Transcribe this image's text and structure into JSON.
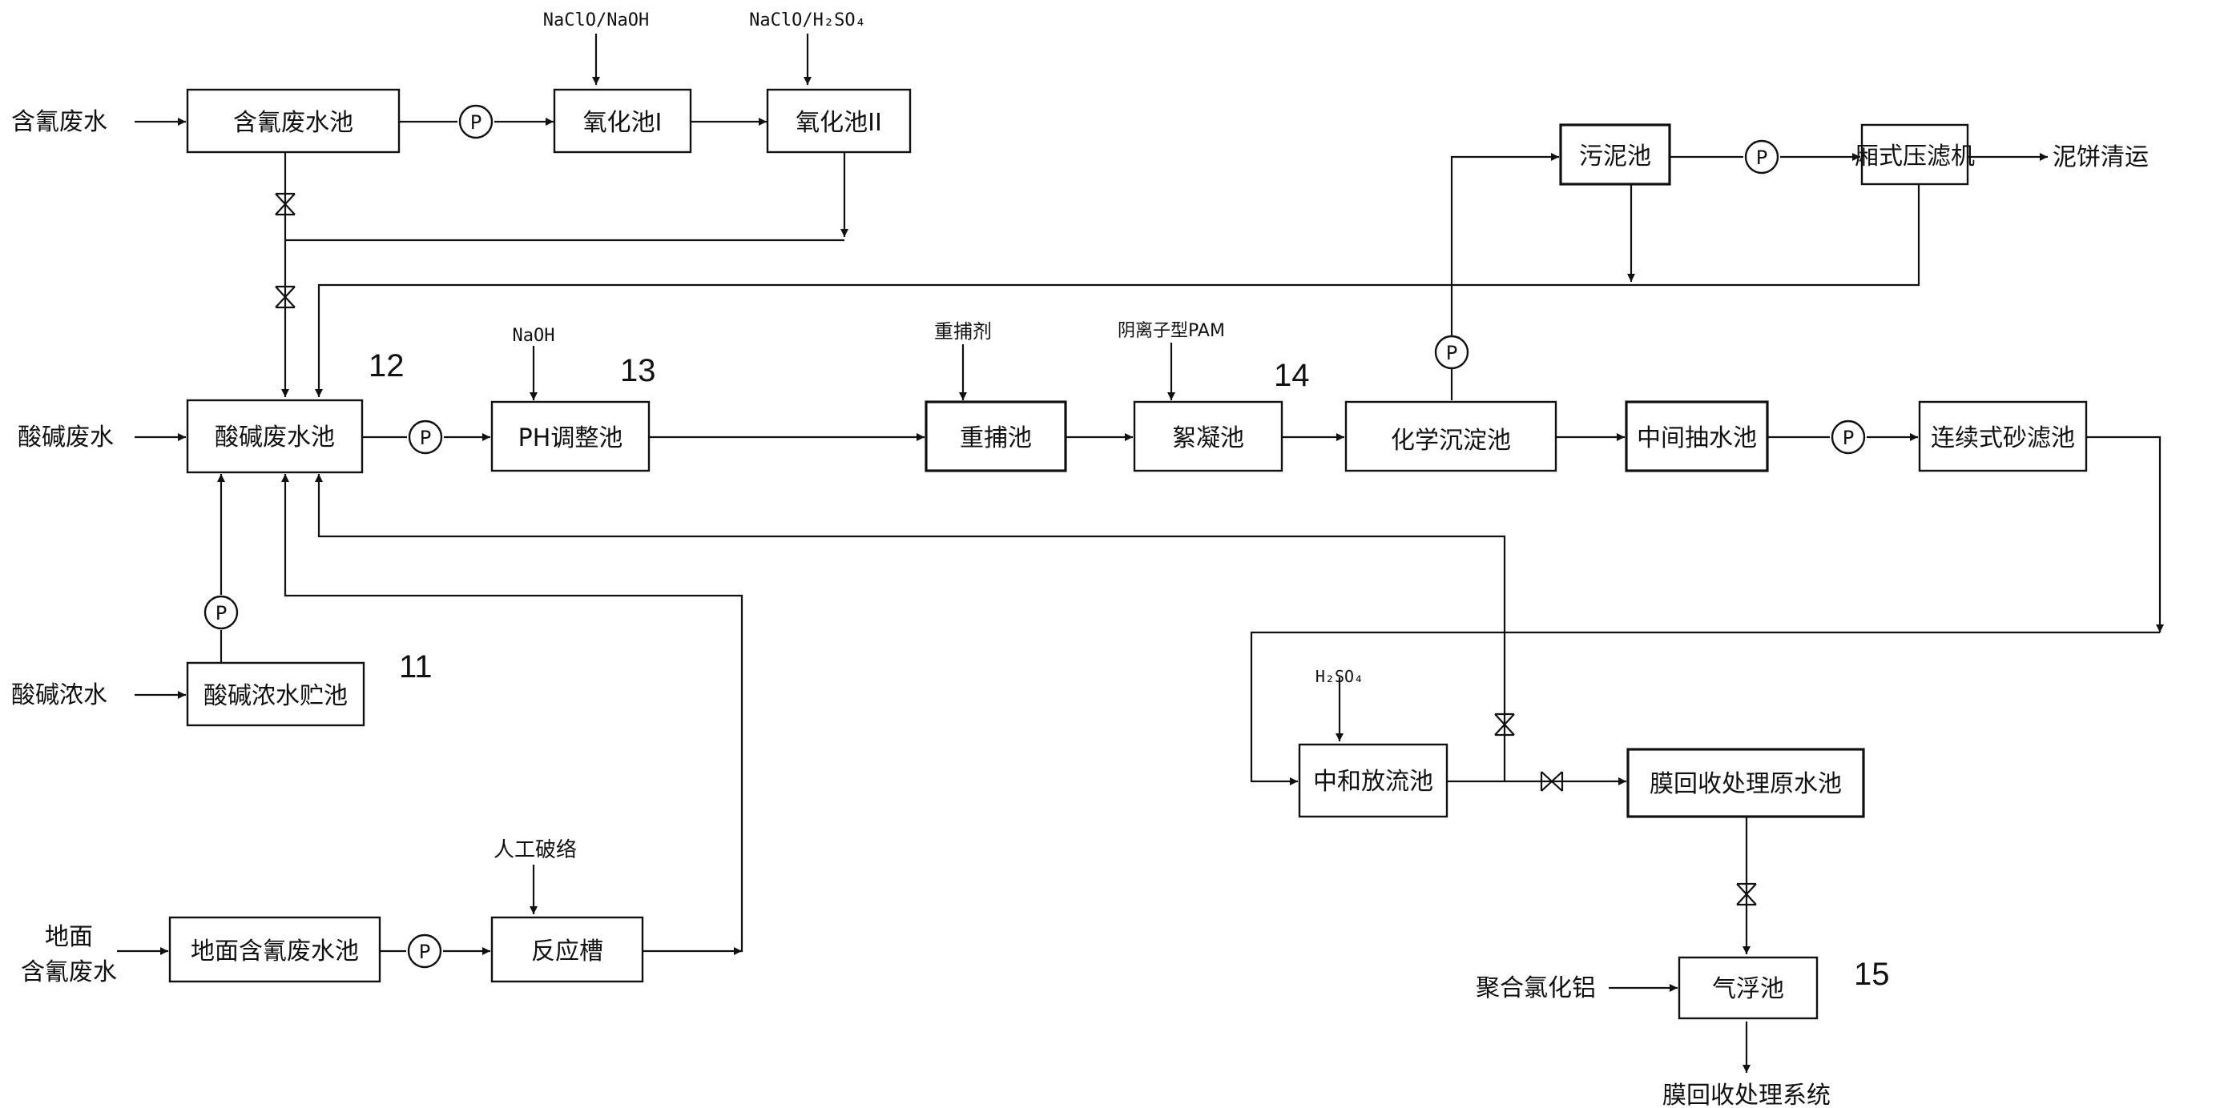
{
  "boxes": {
    "cyanide_tank": "含氰废水池",
    "oxidation_1": "氧化池Ⅰ",
    "oxidation_2": "氧化池II",
    "acid_base_tank": "酸碱废水池",
    "ph_tank": "PH调整池",
    "heavy_capture_tank": "重捕池",
    "flocculation_tank": "絮凝池",
    "chem_precip_tank": "化学沉淀池",
    "mid_pump_tank": "中间抽水池",
    "sand_filter": "连续式砂滤池",
    "sludge_tank": "污泥池",
    "filter_press": "厢式压滤机",
    "conc_storage": "酸碱浓水贮池",
    "ground_cyanide_tank": "地面含氰废水池",
    "reaction_tank": "反应槽",
    "neutral_tank": "中和放流池",
    "membrane_raw_tank": "膜回收处理原水池",
    "flotation_tank": "气浮池"
  },
  "inputs": {
    "cyanide_water": "含氰废水",
    "acid_base_water": "酸碱废水",
    "acid_base_conc": "酸碱浓水",
    "ground_line1": "地面",
    "ground_line2": "含氰废水",
    "pac": "聚合氯化铝"
  },
  "outputs": {
    "sludge_cake": "泥饼清运",
    "membrane_system": "膜回收处理系统"
  },
  "reagents": {
    "naclo_naoh": "NaClO/NaOH",
    "naclo_h2so4": "NaClO/H₂SO₄",
    "naoh": "NaOH",
    "heavy_capture": "重捕剂",
    "anionic_pam": "阴离子型PAM",
    "h2so4": "H₂SO₄",
    "manual_break": "人工破络"
  },
  "ref_numbers": {
    "n11": "11",
    "n12": "12",
    "n13": "13",
    "n14": "14",
    "n15": "15"
  },
  "pump_label": "P"
}
